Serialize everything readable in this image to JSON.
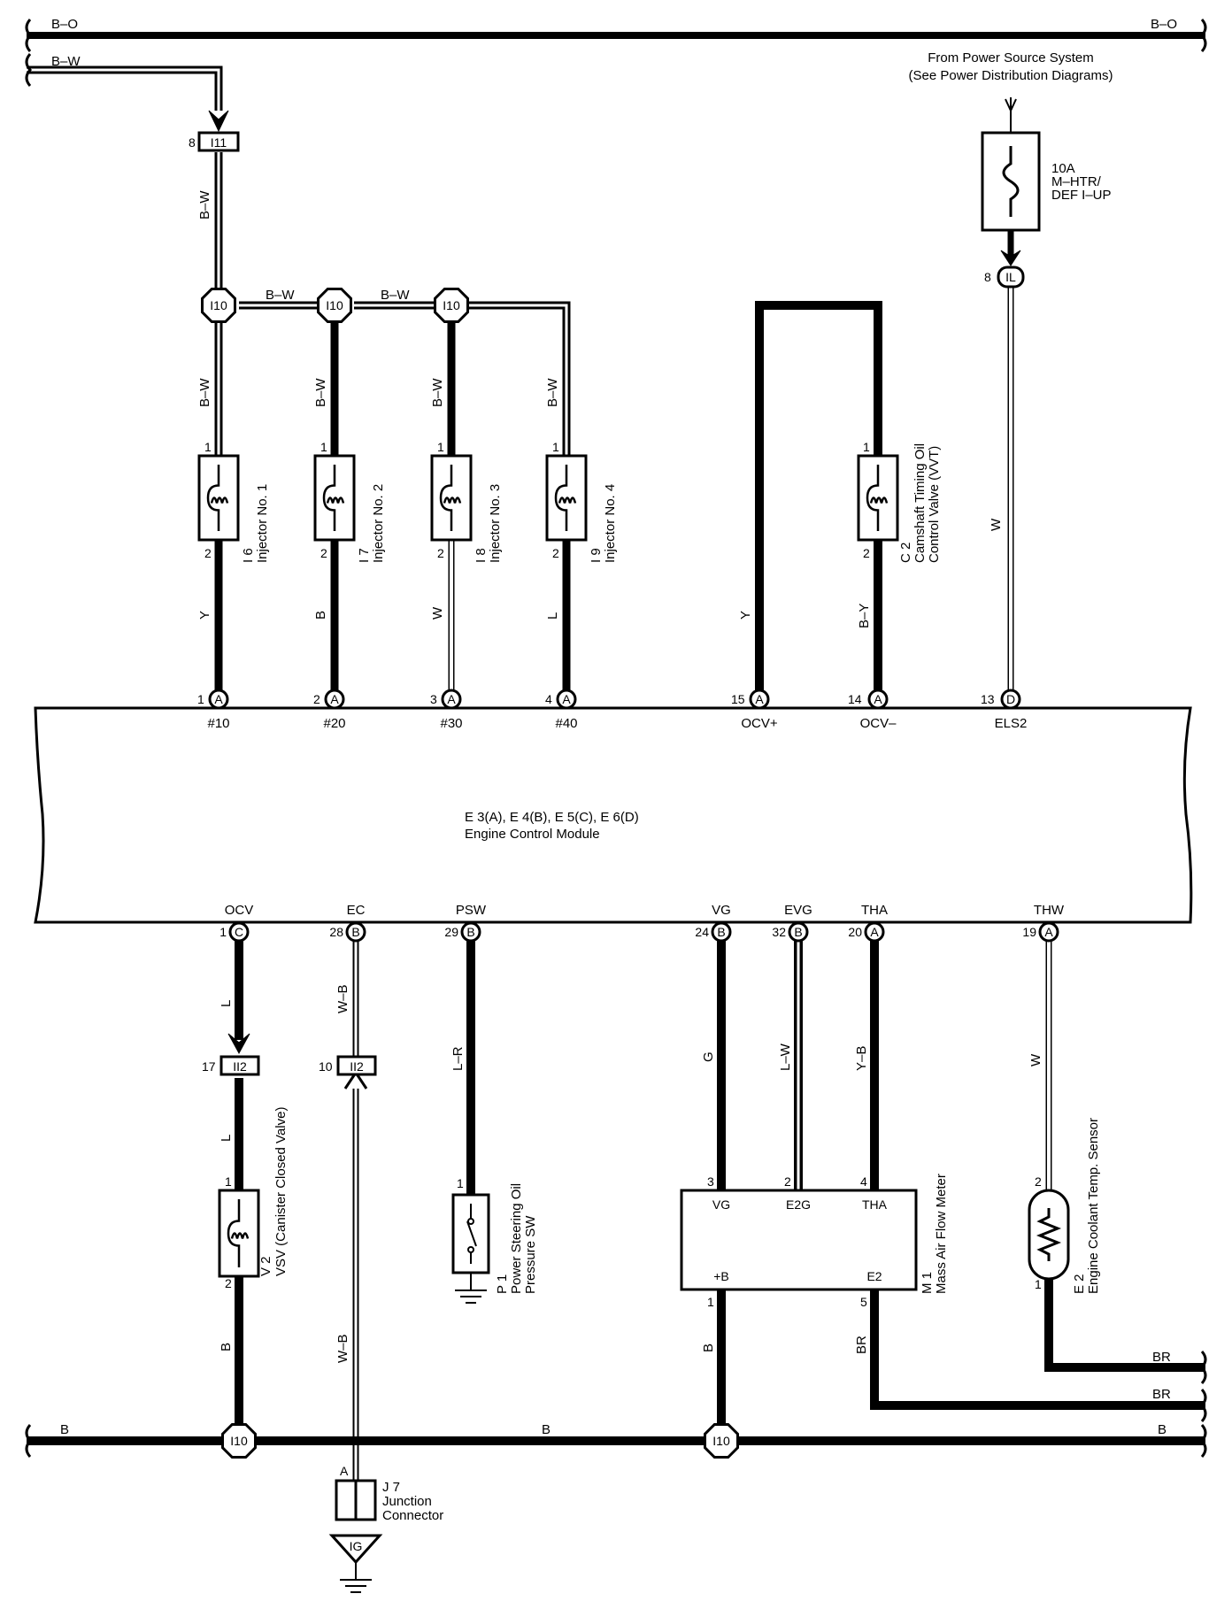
{
  "buses": {
    "top_left": "B–O",
    "top_right": "B–O",
    "bw_label": "B–W",
    "bottom_left": "B",
    "bottom_mid": "B",
    "bottom_right": "B",
    "br_upper": "BR",
    "br_lower": "BR"
  },
  "power": {
    "line1": "From Power Source System",
    "line2": "(See Power Distribution Diagrams)",
    "fuse_amp": "10A",
    "fuse_line1": "M–HTR/",
    "fuse_line2": "DEF I–UP",
    "conn_pin": "8",
    "conn_code": "IL",
    "wire": "W"
  },
  "i11": {
    "code": "I11",
    "pin": "8",
    "wire": "B–W"
  },
  "junctions": {
    "i10": "I10",
    "bw_a": "B–W",
    "bw_b": "B–W"
  },
  "injectors": [
    {
      "ref": "I 6",
      "name": "Injector No. 1",
      "wire_in": "B–W",
      "wire_out": "Y",
      "pin_in": "1",
      "pin_out": "2",
      "ecu_pin": "1",
      "ecu_conn": "A",
      "term": "#10"
    },
    {
      "ref": "I 7",
      "name": "Injector No. 2",
      "wire_in": "B–W",
      "wire_out": "B",
      "pin_in": "1",
      "pin_out": "2",
      "ecu_pin": "2",
      "ecu_conn": "A",
      "term": "#20"
    },
    {
      "ref": "I 8",
      "name": "Injector No. 3",
      "wire_in": "B–W",
      "wire_out": "W",
      "pin_in": "1",
      "pin_out": "2",
      "ecu_pin": "3",
      "ecu_conn": "A",
      "term": "#30"
    },
    {
      "ref": "I 9",
      "name": "Injector No. 4",
      "wire_in": "B–W",
      "wire_out": "L",
      "pin_in": "1",
      "pin_out": "2",
      "ecu_pin": "4",
      "ecu_conn": "A",
      "term": "#40"
    }
  ],
  "ocv": {
    "ref": "C 2",
    "name1": "Camshaft Timing Oil",
    "name2": "Control Valve (VVT)",
    "pin_in": "1",
    "pin_out": "2",
    "wire_plus": "Y",
    "wire_minus": "B–Y",
    "ecu_pin_plus": "15",
    "ecu_conn_plus": "A",
    "term_plus": "OCV+",
    "ecu_pin_minus": "14",
    "ecu_conn_minus": "A",
    "term_minus": "OCV–"
  },
  "els2": {
    "ecu_pin": "13",
    "ecu_conn": "D",
    "term": "ELS2"
  },
  "ecm": {
    "line1": "E 3(A), E 4(B), E 5(C), E 6(D)",
    "line2": "Engine Control Module"
  },
  "bottom_terms": [
    {
      "term": "OCV",
      "pin": "1",
      "conn": "C"
    },
    {
      "term": "EC",
      "pin": "28",
      "conn": "B"
    },
    {
      "term": "PSW",
      "pin": "29",
      "conn": "B"
    },
    {
      "term": "VG",
      "pin": "24",
      "conn": "B"
    },
    {
      "term": "EVG",
      "pin": "32",
      "conn": "B"
    },
    {
      "term": "THA",
      "pin": "20",
      "conn": "A"
    },
    {
      "term": "THW",
      "pin": "19",
      "conn": "A"
    }
  ],
  "vsv": {
    "ref": "V 2",
    "name": "VSV (Canister Closed Valve)",
    "wire_top": "L",
    "wire_mid": "L",
    "wire_bottom": "B",
    "conn_code": "II2",
    "conn_pin": "17",
    "pin_in": "1",
    "pin_out": "2"
  },
  "ec": {
    "wire_top": "W–B",
    "wire_bottom": "W–B",
    "conn_code": "II2",
    "conn_pin": "10"
  },
  "psw": {
    "ref": "P 1",
    "name1": "Power Steering Oil",
    "name2": "Pressure SW",
    "wire": "L–R",
    "pin": "1"
  },
  "maf": {
    "ref": "M 1",
    "name": "Mass Air Flow Meter",
    "t_vg": "VG",
    "t_e2g": "E2G",
    "t_tha": "THA",
    "t_b": "+B",
    "t_e2": "E2",
    "p_vg": "3",
    "p_e2g": "2",
    "p_tha": "4",
    "p_b": "1",
    "p_e2": "5",
    "w_vg": "G",
    "w_e2g": "L–W",
    "w_tha": "Y–B",
    "w_b": "B",
    "w_e2": "BR"
  },
  "thw": {
    "ref": "E 2",
    "name": "Engine Coolant Temp.  Sensor",
    "wire": "W",
    "pin_in": "2",
    "pin_out": "1"
  },
  "junction_conn": {
    "ref": "J 7",
    "name1": "Junction",
    "name2": "Connector",
    "pin": "A",
    "ground": "IG"
  }
}
